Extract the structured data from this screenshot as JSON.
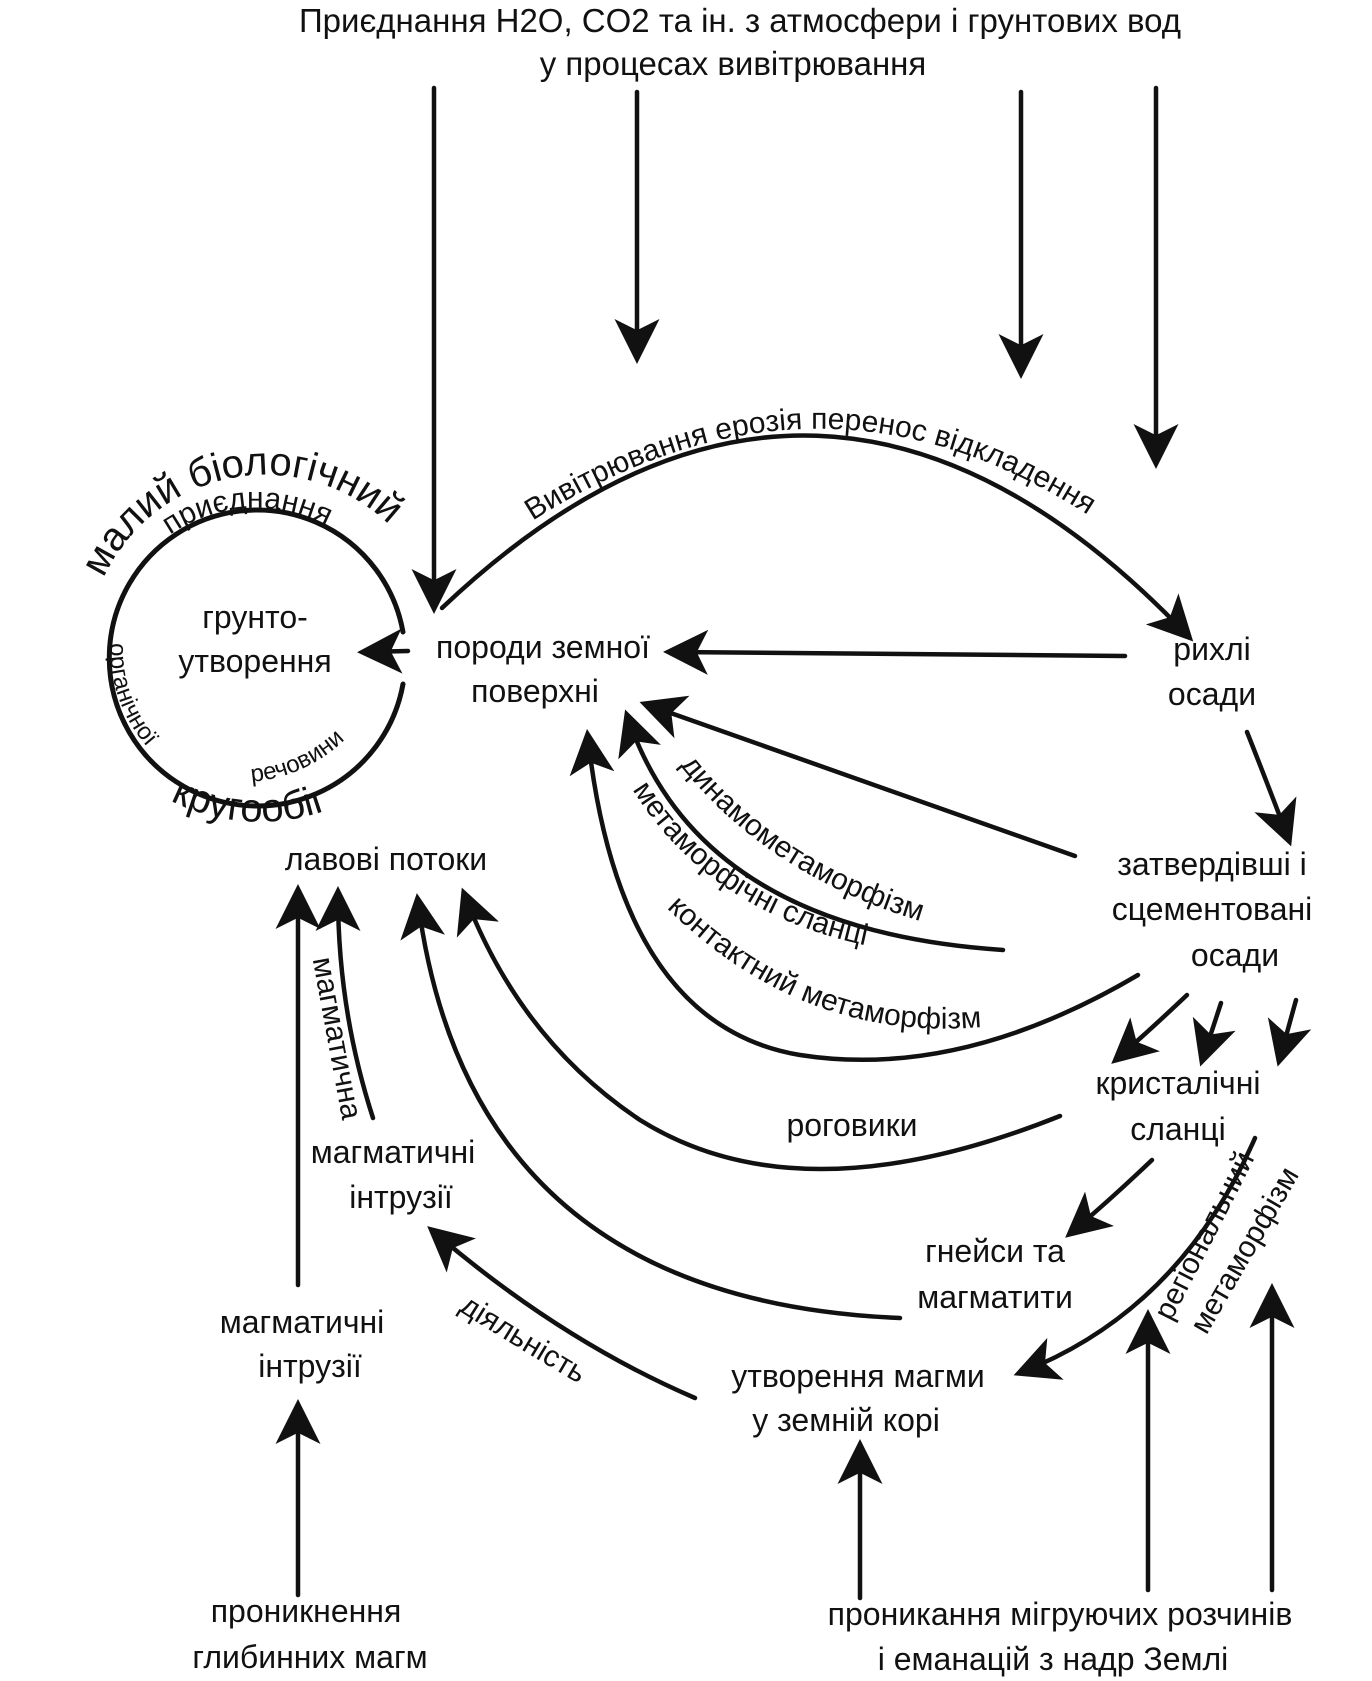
{
  "title": {
    "line1": "Приєднання  H2O, CO2 та ін. з атмосфери і грунтових вод",
    "line2": "у процесах вивітрювання"
  },
  "cycle": {
    "outer_top": "малий  біологічний",
    "outer_bottom": "кругообіг",
    "inner_top": "приєднання",
    "inner_left": "органічної",
    "inner_bottom": "речовини",
    "center_line1": "грунто-",
    "center_line2": "утворення"
  },
  "nodes": {
    "surface_rocks_1": "породи земної",
    "surface_rocks_2": "поверхні",
    "loose_1": "рихлі",
    "loose_2": "осади",
    "cemented_1": "затвердівші і",
    "cemented_2": "сцементовані",
    "cemented_3": "осади",
    "crystalline_1": "кристалічні",
    "crystalline_2": "сланці",
    "gneiss_1": "гнейси та",
    "gneiss_2": "магматити",
    "magma_1": "утворення магми",
    "magma_2": "у земній корі",
    "lava": "лавові потоки",
    "intrusions_mid_1": "магматичні",
    "intrusions_mid_2": "інтрузії",
    "intrusions_left_1": "магматичні",
    "intrusions_left_2": "інтрузії",
    "deep_magma_1": "проникнення",
    "deep_magma_2": "глибинних магм",
    "migrating_1": "проникання мігруючих розчинів",
    "migrating_2": "і еманацій з надр Землі"
  },
  "edge_labels": {
    "top_arc": "Вивітрювання ерозія    перенос  відкладення",
    "dynamo": "динамометаморфізм",
    "schist": "метаморфічні сланці",
    "contact": "контактний метаморфізм",
    "hornfels": "роговики",
    "magmatic_vert": "магматична",
    "activity": "діяльність",
    "regional_1": "регіональний",
    "regional_2": "метаморфізм"
  }
}
